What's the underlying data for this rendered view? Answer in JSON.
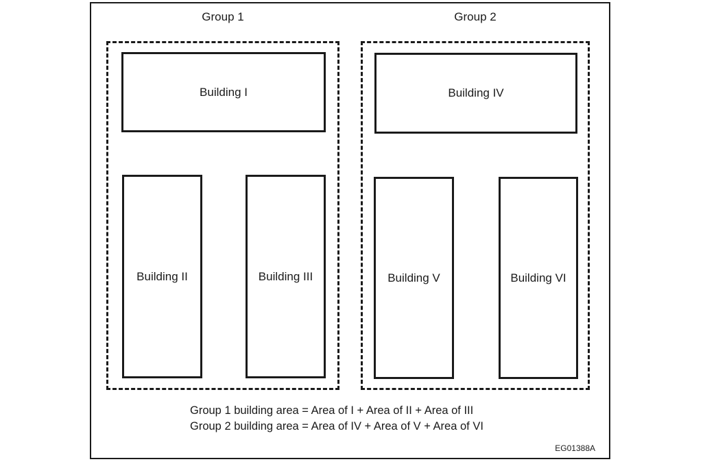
{
  "diagram": {
    "title_codes": {
      "figure_code": "EG01388A"
    },
    "groups": [
      {
        "label": "Group 1",
        "buildings": [
          "Building I",
          "Building II",
          "Building III"
        ]
      },
      {
        "label": "Group 2",
        "buildings": [
          "Building IV",
          "Building V",
          "Building VI"
        ]
      }
    ],
    "captions": {
      "line1": "Group 1 building area = Area of I + Area of II + Area of III",
      "line2": "Group 2 building area = Area of IV + Area of V + Area of VI"
    },
    "colors": {
      "line": "#1a1a1a",
      "background": "#ffffff"
    },
    "styles": {
      "group_boundary": "dashed",
      "building_outline": "solid"
    }
  }
}
